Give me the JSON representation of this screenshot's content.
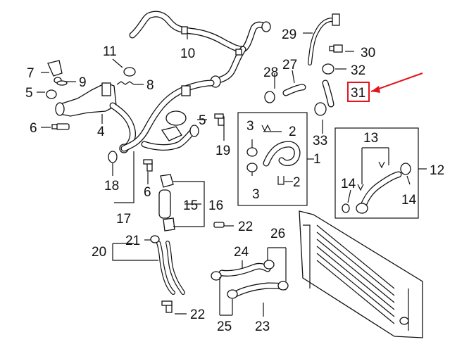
{
  "labels": {
    "p1": "1",
    "p2a": "2",
    "p2b": "2",
    "p3a": "3",
    "p3b": "3",
    "p4": "4",
    "p5a": "5",
    "p5b": "5",
    "p6a": "6",
    "p6b": "6",
    "p7": "7",
    "p8": "8",
    "p9": "9",
    "p10": "10",
    "p11": "11",
    "p12": "12",
    "p13": "13",
    "p14a": "14",
    "p14b": "14",
    "p15": "15",
    "p16": "16",
    "p17": "17",
    "p18": "18",
    "p19": "19",
    "p20": "20",
    "p21": "21",
    "p22a": "22",
    "p22b": "22",
    "p23": "23",
    "p24": "24",
    "p25": "25",
    "p26": "26",
    "p27": "27",
    "p28": "28",
    "p29": "29",
    "p30": "30",
    "p31": "31",
    "p32": "32",
    "p33": "33"
  },
  "highlight": {
    "part": "31",
    "color": "#e3141b"
  },
  "colors": {
    "line": "#111111",
    "background": "#ffffff"
  }
}
